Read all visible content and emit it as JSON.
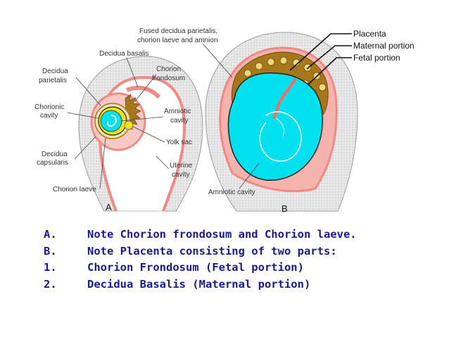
{
  "figure": {
    "panel_a": {
      "label": "A",
      "labels": {
        "decidua_basalis": "Decidua basalis",
        "decidua_parietalis_1": "Decidua",
        "decidua_parietalis_2": "parietalis",
        "chorionic_cavity_1": "Chorionic",
        "chorionic_cavity_2": "cavity",
        "decidua_capsularis_1": "Decidua",
        "decidua_capsularis_2": "capsularis",
        "chorion_laeve": "Chorion laeve",
        "chorion_frondosum_1": "Chorion",
        "chorion_frondosum_2": "frondosum",
        "amniotic_cavity_1": "Amniotic",
        "amniotic_cavity_2": "cavity",
        "yolk_sac": "Yolk sac",
        "uterine_cavity_1": "Uterine",
        "uterine_cavity_2": "cavity"
      }
    },
    "panel_b": {
      "label": "B",
      "labels": {
        "fused_1": "Fused decidua parietalis,",
        "fused_2": "chorion laeve and amnion",
        "placenta": "Placenta",
        "maternal_portion": "Maternal portion",
        "fetal_portion": "Fetal portion",
        "amniotic_cavity": "Amniotic cavity"
      }
    },
    "colors": {
      "amniotic_fluid": "#00e0ef",
      "decidua": "#ef8a86",
      "chorion_villi": "#a7771c",
      "yolk": "#f3e11a",
      "uterine_wall": "#d9d9d9",
      "text_blue": "#1a1a8c"
    }
  },
  "notes": [
    {
      "marker": "A.",
      "text": "Note Chorion frondosum and Chorion laeve."
    },
    {
      "marker": "B.",
      "text": "Note Placenta consisting of two parts:"
    },
    {
      "marker": "1.",
      "text": "Chorion Frondosum (Fetal portion)"
    },
    {
      "marker": "2.",
      "text": "Decidua Basalis (Maternal portion)"
    }
  ]
}
